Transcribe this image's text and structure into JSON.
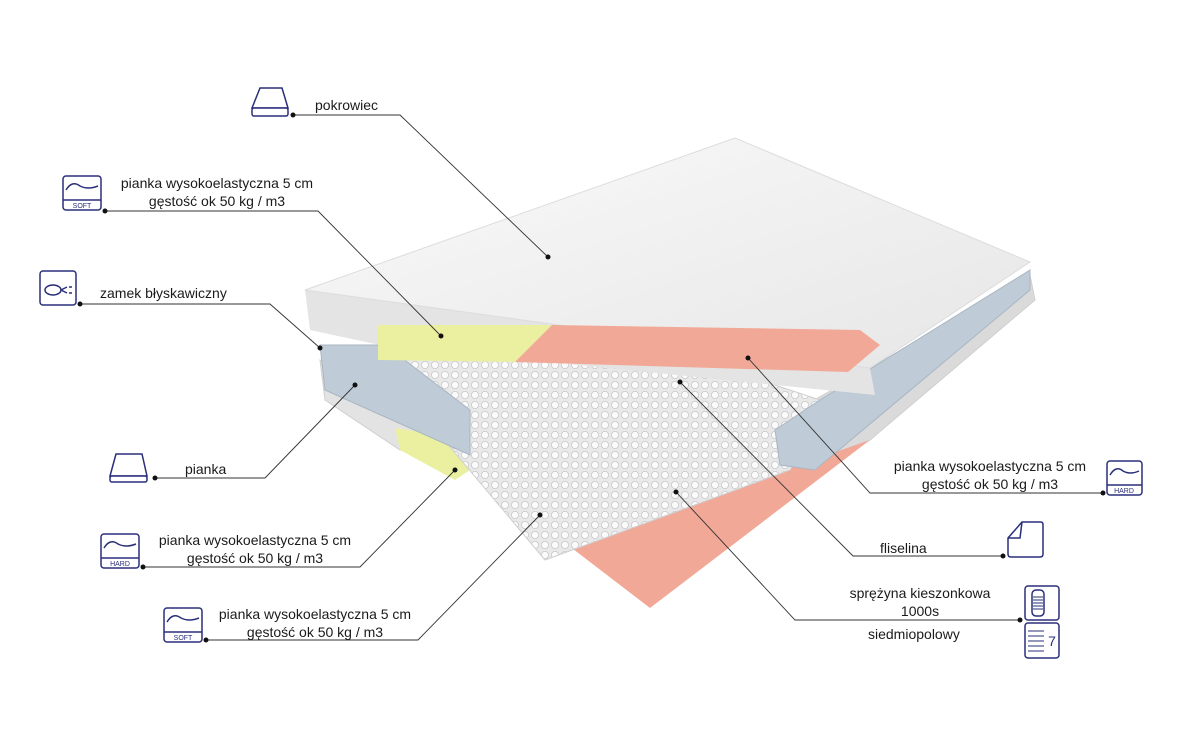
{
  "colors": {
    "icon": "#2a2f7a",
    "line": "#333333",
    "pink": "#f2a896",
    "yellow": "#eaf0a0",
    "foam": "#bfcbd6",
    "cover": "#f4f4f4"
  },
  "labels": {
    "cover": "pokrowiec",
    "foam_top_left": {
      "line1": "pianka wysokoelastyczna 5 cm",
      "line2": "gęstość ok 50 kg / m3",
      "badge": "SOFT"
    },
    "zipper": "zamek błyskawiczny",
    "foam": "pianka",
    "foam_hard_left": {
      "line1": "pianka wysokoelastyczna 5 cm",
      "line2": "gęstość ok 50 kg / m3",
      "badge": "HARD"
    },
    "foam_soft_bottom": {
      "line1": "pianka wysokoelastyczna 5 cm",
      "line2": "gęstość ok 50 kg / m3",
      "badge": "SOFT"
    },
    "foam_hard_right": {
      "line1": "pianka wysokoelastyczna 5 cm",
      "line2": "gęstość ok 50 kg / m3",
      "badge": "HARD"
    },
    "fleece": "fliselina",
    "springs": {
      "line1": "sprężyna kieszonkowa",
      "line2": "1000s",
      "zones": "siedmiopolowy",
      "zones_number": "7"
    }
  }
}
